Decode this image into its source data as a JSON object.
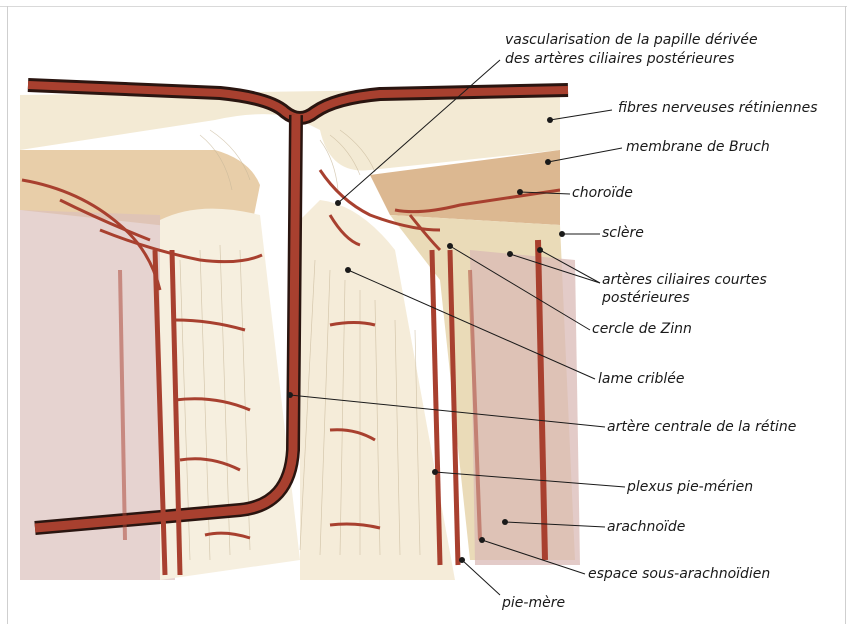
{
  "labels": {
    "papille_line1": "vascularisation de la papille dérivée",
    "papille_line2": "des artères ciliaires postérieures",
    "fibres": "fibres nerveuses rétiniennes",
    "bruch": "membrane de Bruch",
    "choroide": "choroïde",
    "sclere": "sclère",
    "ciliaires_line1": "artères ciliaires courtes",
    "ciliaires_line2": "postérieures",
    "zinn": "cercle de Zinn",
    "lame": "lame criblée",
    "artere_centrale": "artère centrale de la rétine",
    "plexus": "plexus pie-mérien",
    "arachnoide": "arachnoïde",
    "espace": "espace sous-arachnoïdien",
    "pie_mere": "pie-mère"
  },
  "colors": {
    "artery": "#a8402f",
    "artery_dark": "#7a2418",
    "retina_dark": "#2a1510",
    "fibres_layer": "#f3ead4",
    "choroid_layer": "#d9b48a",
    "sclera_layer": "#eadbb8",
    "meninges": "#d9b9b6",
    "nerve": "#f6efdf",
    "leader": "#1a1a1a"
  }
}
